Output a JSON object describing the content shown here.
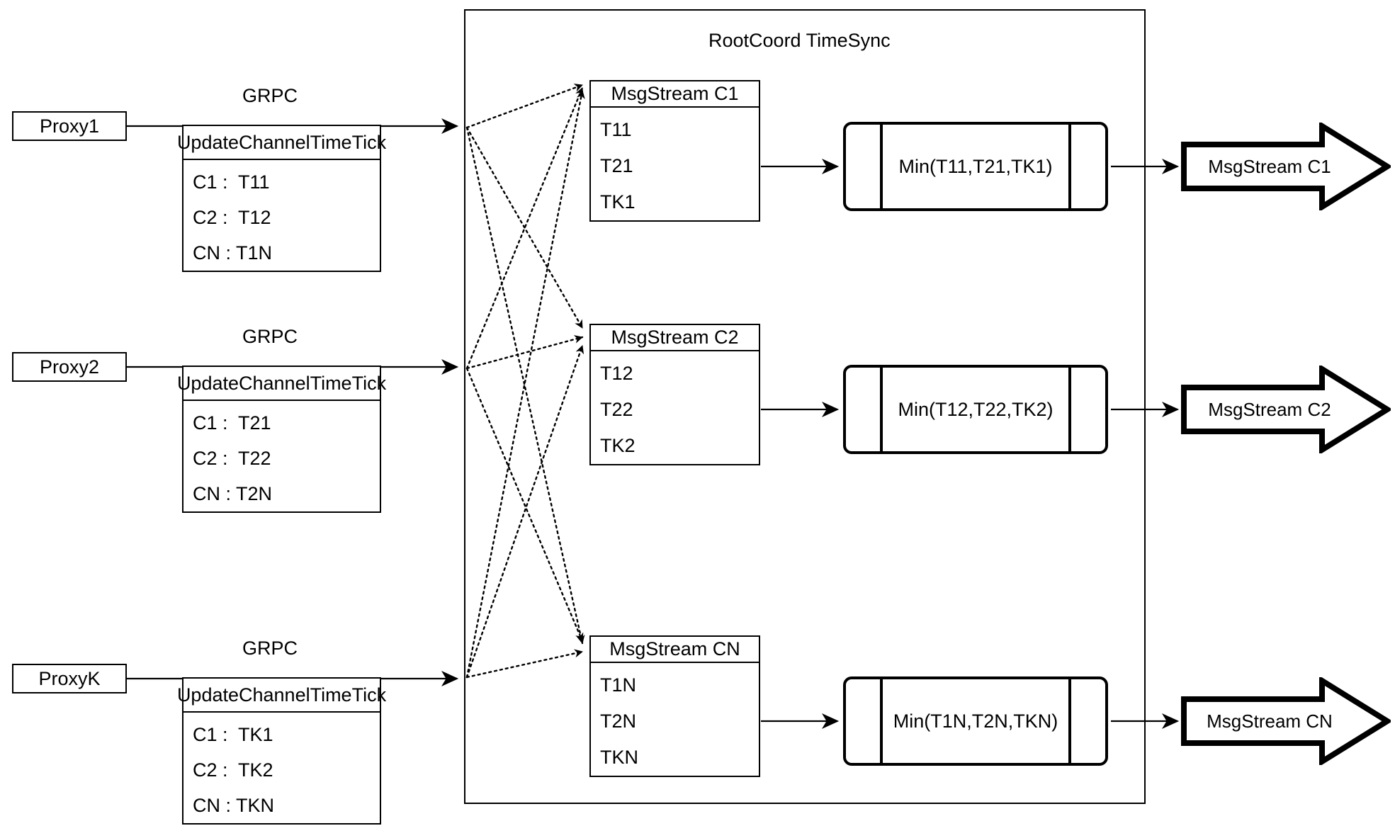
{
  "diagram": {
    "title": "RootCoord TimeSync",
    "container_label": "RootCoord TimeSync",
    "link_protocol_label": "GRPC"
  },
  "proxies": [
    {
      "name": "Proxy1",
      "protocol": "GRPC",
      "request": {
        "header": "UpdateChannelTimeTick",
        "rows": [
          "C1 :  T11",
          "C2 :  T12",
          "CN : T1N"
        ]
      }
    },
    {
      "name": "Proxy2",
      "protocol": "GRPC",
      "request": {
        "header": "UpdateChannelTimeTick",
        "rows": [
          "C1 :  T21",
          "C2 :  T22",
          "CN : T2N"
        ]
      }
    },
    {
      "name": "ProxyK",
      "protocol": "GRPC",
      "request": {
        "header": "UpdateChannelTimeTick",
        "rows": [
          "C1 :  TK1",
          "C2 :  TK2",
          "CN : TKN"
        ]
      }
    }
  ],
  "channels": [
    {
      "stream": {
        "header": "MsgStream C1",
        "rows": [
          "T11",
          "T21",
          "TK1"
        ]
      },
      "min_label": "Min(T11,T21,TK1)",
      "output_label": "MsgStream C1"
    },
    {
      "stream": {
        "header": "MsgStream C2",
        "rows": [
          "T12",
          "T22",
          "TK2"
        ]
      },
      "min_label": "Min(T12,T22,TK2)",
      "output_label": "MsgStream C2"
    },
    {
      "stream": {
        "header": "MsgStream CN",
        "rows": [
          "T1N",
          "T2N",
          "TKN"
        ]
      },
      "min_label": "Min(T1N,T2N,TKN)",
      "output_label": "MsgStream CN"
    }
  ],
  "colors": {
    "stroke": "#000000",
    "background": "#ffffff"
  }
}
